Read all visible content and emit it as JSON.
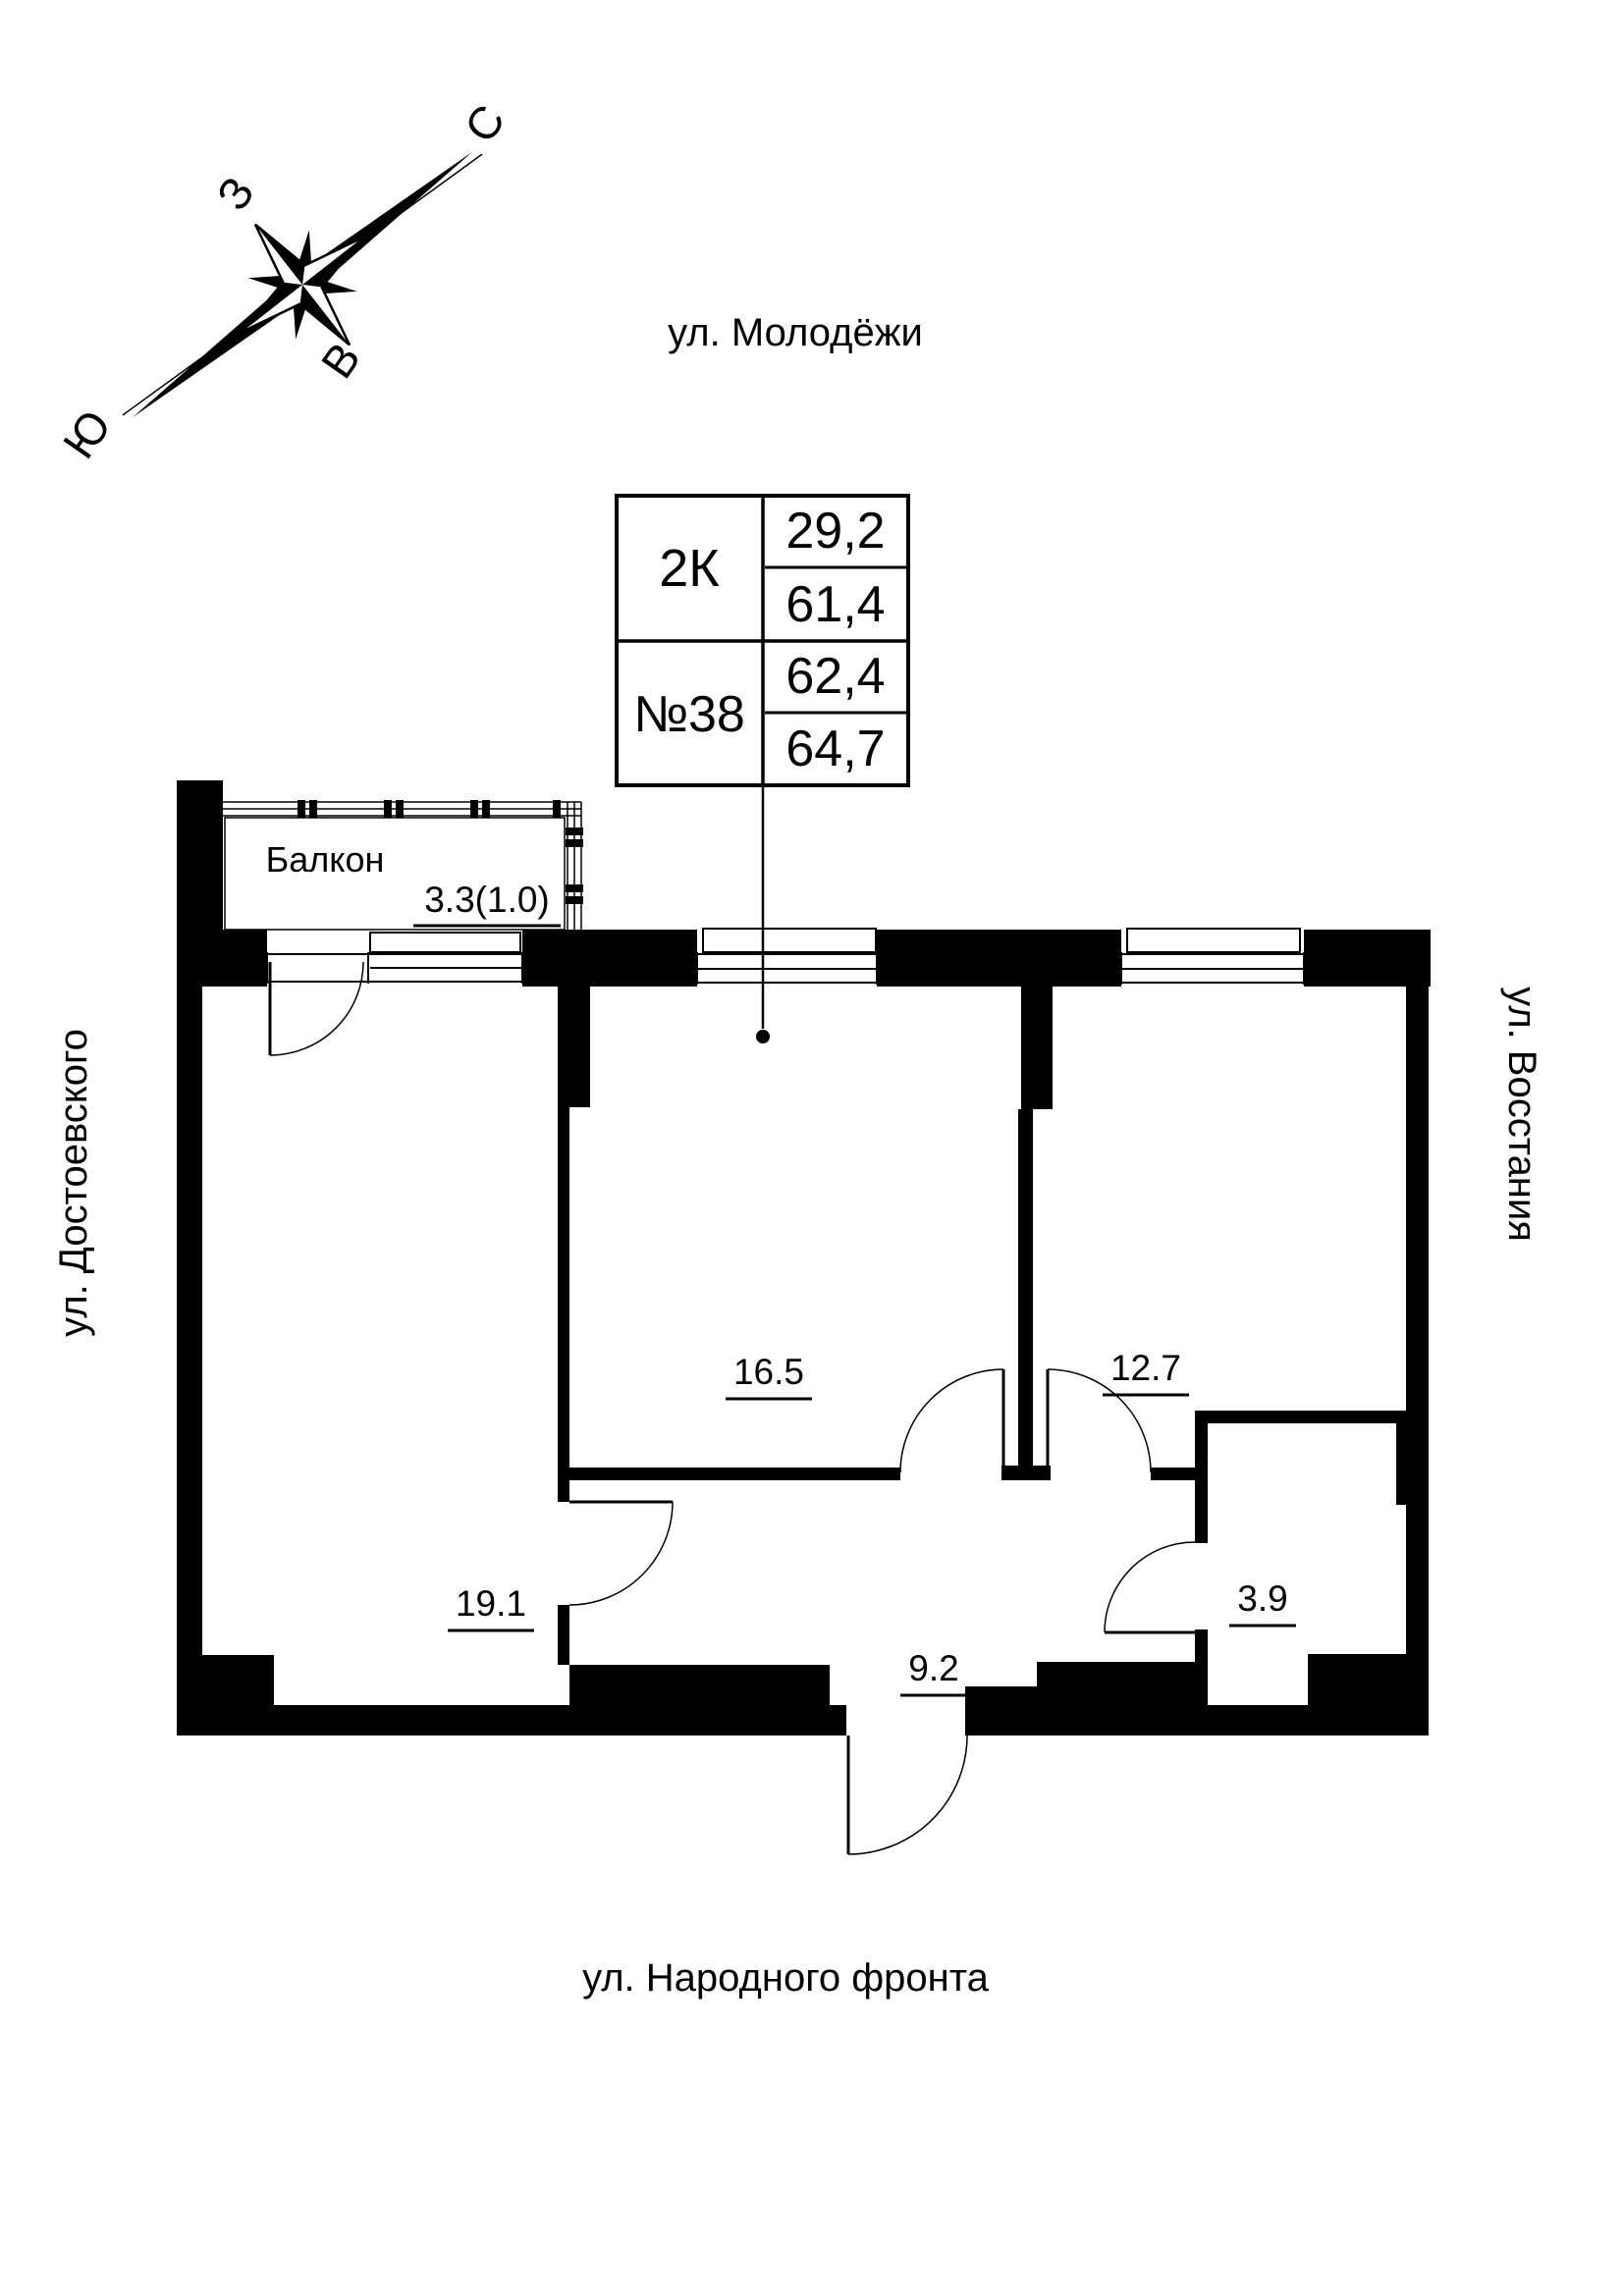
{
  "streets": {
    "top": "ул. Молодёжи",
    "left": "ул. Достоевского",
    "right": "ул. Восстания",
    "bottom": "ул. Народного фронта"
  },
  "compass": {
    "north": "С",
    "west": "З",
    "east": "В",
    "south": "Ю"
  },
  "info_table": {
    "type_label": "2К",
    "number_label": "№38",
    "living_area": "29,2",
    "area_without_balcony": "61,4",
    "area_with_reduced_balcony": "62,4",
    "total_area": "64,7"
  },
  "rooms": {
    "living": "19.1",
    "bedroom": "16.5",
    "kitchen": "12.7",
    "hall": "9.2",
    "bathroom": "3.9"
  },
  "balcony": {
    "label": "Балкон",
    "area": "3.3(1.0)"
  },
  "colors": {
    "ink": "#000000",
    "paper": "#ffffff"
  }
}
